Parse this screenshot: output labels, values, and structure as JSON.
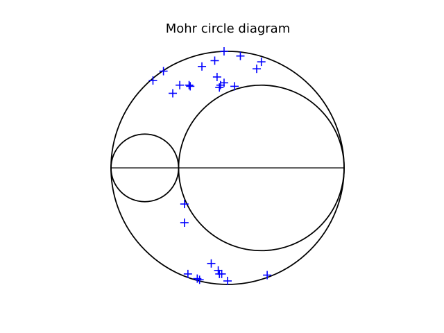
{
  "chart_data": {
    "type": "scatter",
    "title": "Mohr circle diagram",
    "xlabel": "",
    "ylabel": "",
    "axes_visible": false,
    "aspect": "equal",
    "grid": false,
    "xlim": [
      -1.0,
      1.0
    ],
    "ylim": [
      -1.0,
      1.0
    ],
    "circles": [
      {
        "name": "outer",
        "center": [
          0.0,
          0.0
        ],
        "radius": 1.0
      },
      {
        "name": "small",
        "center": [
          -0.71,
          0.0
        ],
        "radius": 0.29
      },
      {
        "name": "large",
        "center": [
          0.29,
          0.0
        ],
        "radius": 0.71
      }
    ],
    "baseline": {
      "from": [
        -1.0,
        0.0
      ],
      "to": [
        1.0,
        0.0
      ]
    },
    "marker": "+",
    "marker_color": "#0000ff",
    "line_color": "#000000",
    "points": [
      {
        "x": -0.03,
        "y": 1.0
      },
      {
        "x": 0.11,
        "y": 0.96
      },
      {
        "x": 0.29,
        "y": 0.91
      },
      {
        "x": 0.25,
        "y": 0.85
      },
      {
        "x": -0.11,
        "y": 0.92
      },
      {
        "x": -0.22,
        "y": 0.87
      },
      {
        "x": -0.55,
        "y": 0.83
      },
      {
        "x": -0.64,
        "y": 0.75
      },
      {
        "x": -0.09,
        "y": 0.78
      },
      {
        "x": -0.41,
        "y": 0.71
      },
      {
        "x": -0.33,
        "y": 0.71
      },
      {
        "x": -0.32,
        "y": 0.7
      },
      {
        "x": -0.06,
        "y": 0.71
      },
      {
        "x": -0.03,
        "y": 0.73
      },
      {
        "x": -0.07,
        "y": 0.69
      },
      {
        "x": 0.06,
        "y": 0.7
      },
      {
        "x": -0.47,
        "y": 0.64
      },
      {
        "x": -0.37,
        "y": -0.31
      },
      {
        "x": -0.37,
        "y": -0.47
      },
      {
        "x": -0.14,
        "y": -0.82
      },
      {
        "x": -0.08,
        "y": -0.88
      },
      {
        "x": -0.05,
        "y": -0.91
      },
      {
        "x": -0.34,
        "y": -0.91
      },
      {
        "x": 0.34,
        "y": -0.92
      },
      {
        "x": -0.07,
        "y": -0.91
      },
      {
        "x": -0.26,
        "y": -0.95
      },
      {
        "x": -0.24,
        "y": -0.96
      },
      {
        "x": 0.0,
        "y": -0.97
      }
    ]
  }
}
